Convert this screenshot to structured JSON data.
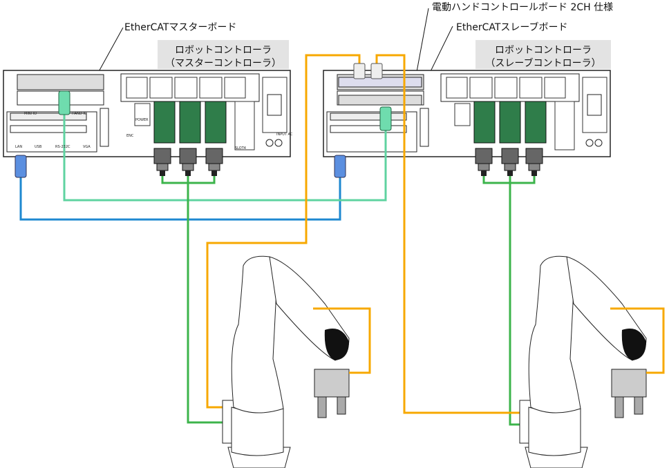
{
  "labels": {
    "master_board": "EtherCATマスターボード",
    "hand_board": "電動ハンドコントロールボード 2CH 仕様",
    "slave_board": "EtherCATスレーブボード",
    "master_controller_line1": "ロボットコントローラ",
    "master_controller_line2": "（マスターコントローラ）",
    "slave_controller_line1": "ロボットコントローラ",
    "slave_controller_line2": "（スレーブコントローラ）"
  },
  "panel_labels": {
    "lan": "LAN",
    "usb": "USB",
    "rs232c": "RS-232C",
    "vga": "VGA",
    "mini_io": "MINI IO",
    "hand_io": "HAND IO",
    "power": "POWER",
    "enc": "ENC",
    "slot": "SLOT4",
    "input": "INPUT AC"
  },
  "colors": {
    "lan_cable": "#1e88d0",
    "ethercat_cable": "#5fd3a0",
    "motor_cable": "#3cb44b",
    "hand_cable": "#f7a800",
    "label_box": "#e3e3e3",
    "terminal_green": "#2f7d4a"
  }
}
